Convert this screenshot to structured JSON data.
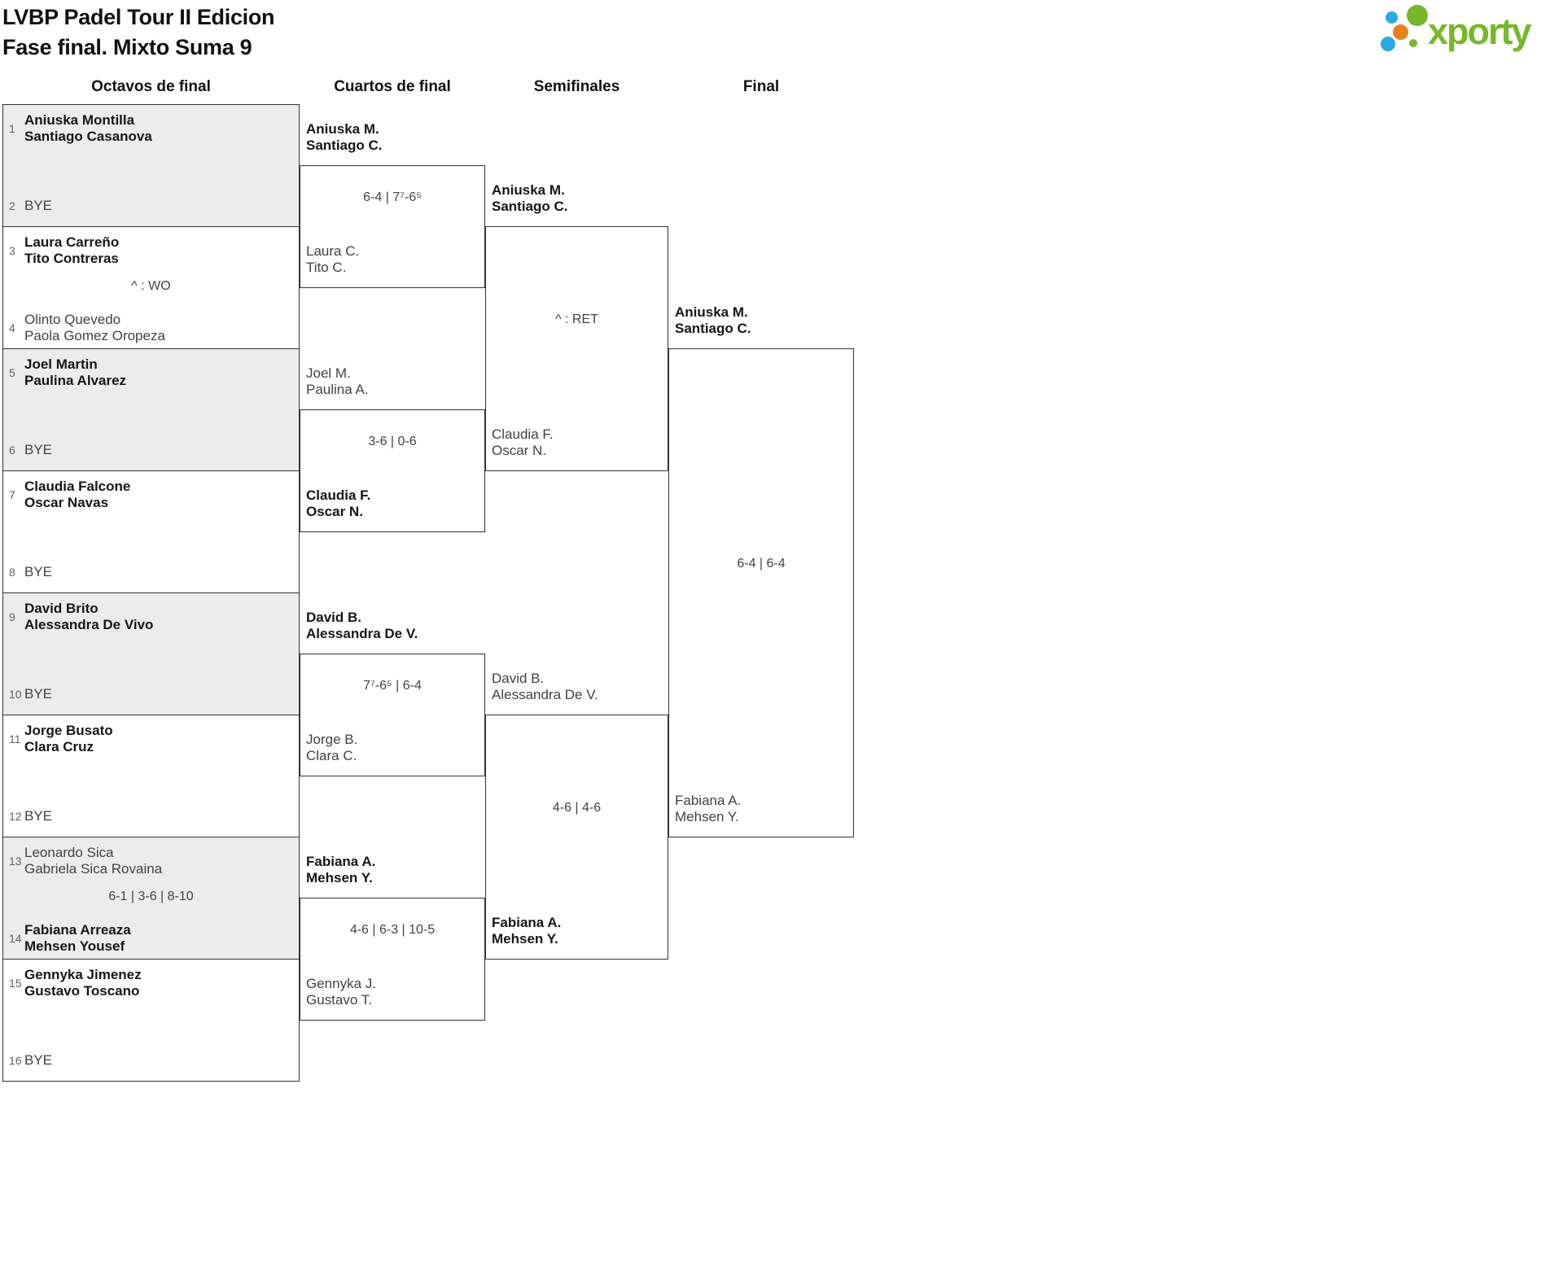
{
  "header": {
    "title_line1": "LVBP Padel Tour II Edicion",
    "title_line2": "Fase final. Mixto Suma 9"
  },
  "logo": {
    "text": "xporty",
    "color_green": "#76b82a",
    "color_blue": "#29a9e0",
    "color_orange": "#e8801e"
  },
  "colors": {
    "shaded_box": "#ececec",
    "border": "#333333"
  },
  "round_labels": [
    "Octavos de final",
    "Cuartos de final",
    "Semifinales",
    "Final"
  ],
  "r16": [
    {
      "seed_a": "1",
      "a1": "Aniuska Montilla",
      "a2": "Santiago Casanova",
      "a_winner": true,
      "seed_b": "2",
      "b1": "BYE",
      "b2": "",
      "b_winner": false,
      "score": ""
    },
    {
      "seed_a": "3",
      "a1": "Laura Carreño",
      "a2": "Tito Contreras",
      "a_winner": true,
      "seed_b": "4",
      "b1": "Olinto Quevedo",
      "b2": "Paola Gomez Oropeza",
      "b_winner": false,
      "score": "^ : WO"
    },
    {
      "seed_a": "5",
      "a1": "Joel Martin",
      "a2": "Paulina Alvarez",
      "a_winner": true,
      "seed_b": "6",
      "b1": "BYE",
      "b2": "",
      "b_winner": false,
      "score": ""
    },
    {
      "seed_a": "7",
      "a1": "Claudia Falcone",
      "a2": "Oscar Navas",
      "a_winner": true,
      "seed_b": "8",
      "b1": "BYE",
      "b2": "",
      "b_winner": false,
      "score": ""
    },
    {
      "seed_a": "9",
      "a1": "David Brito",
      "a2": "Alessandra De Vivo",
      "a_winner": true,
      "seed_b": "10",
      "b1": "BYE",
      "b2": "",
      "b_winner": false,
      "score": ""
    },
    {
      "seed_a": "11",
      "a1": "Jorge Busato",
      "a2": "Clara Cruz",
      "a_winner": true,
      "seed_b": "12",
      "b1": "BYE",
      "b2": "",
      "b_winner": false,
      "score": ""
    },
    {
      "seed_a": "13",
      "a1": "Leonardo Sica",
      "a2": "Gabriela Sica Rovaina",
      "a_winner": false,
      "seed_b": "14",
      "b1": "Fabiana Arreaza",
      "b2": "Mehsen Yousef",
      "b_winner": true,
      "score": "6-1 | 3-6 | 8-10"
    },
    {
      "seed_a": "15",
      "a1": "Gennyka Jimenez",
      "a2": "Gustavo Toscano",
      "a_winner": true,
      "seed_b": "16",
      "b1": "BYE",
      "b2": "",
      "b_winner": false,
      "score": ""
    }
  ],
  "qf": [
    {
      "a1": "Aniuska M.",
      "a2": "Santiago C.",
      "a_winner": true,
      "b1": "Laura C.",
      "b2": "Tito C.",
      "b_winner": false,
      "score": "6-4 | 7⁷-6⁵"
    },
    {
      "a1": "Joel M.",
      "a2": "Paulina A.",
      "a_winner": false,
      "b1": "Claudia F.",
      "b2": "Oscar N.",
      "b_winner": true,
      "score": "3-6 | 0-6"
    },
    {
      "a1": "David B.",
      "a2": "Alessandra De V.",
      "a_winner": true,
      "b1": "Jorge B.",
      "b2": "Clara C.",
      "b_winner": false,
      "score": "7⁷-6⁵ | 6-4"
    },
    {
      "a1": "Fabiana A.",
      "a2": "Mehsen Y.",
      "a_winner": true,
      "b1": "Gennyka J.",
      "b2": "Gustavo T.",
      "b_winner": false,
      "score": "4-6 | 6-3 | 10-5"
    }
  ],
  "sf": [
    {
      "a1": "Aniuska M.",
      "a2": "Santiago C.",
      "a_winner": true,
      "b1": "Claudia F.",
      "b2": "Oscar N.",
      "b_winner": false,
      "score": "^ : RET"
    },
    {
      "a1": "David B.",
      "a2": "Alessandra De V.",
      "a_winner": false,
      "b1": "Fabiana A.",
      "b2": "Mehsen Y.",
      "b_winner": true,
      "score": "4-6 | 4-6"
    }
  ],
  "final": {
    "a1": "Aniuska M.",
    "a2": "Santiago C.",
    "a_winner": true,
    "b1": "Fabiana A.",
    "b2": "Mehsen Y.",
    "b_winner": false,
    "score": "6-4 | 6-4"
  }
}
